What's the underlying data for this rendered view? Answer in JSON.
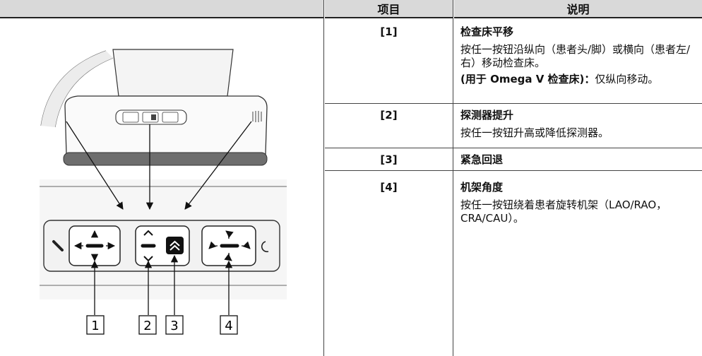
{
  "header": {
    "item_col": "项目",
    "desc_col": "说明"
  },
  "rows": [
    {
      "item": "[1]",
      "title": "检查床平移",
      "desc": "按任一按钮沿纵向（患者头/脚）或横向（患者左/右）移动检查床。",
      "note_bold": "(用于 Omega V 检查床)：",
      "note": "仅纵向移动。"
    },
    {
      "item": "[2]",
      "title": "探测器提升",
      "desc": "按任一按钮升高或降低探测器。"
    },
    {
      "item": "[3]",
      "title": "紧急回退"
    },
    {
      "item": "[4]",
      "title": "机架角度",
      "desc": "按任一按钮绕着患者旋转机架（LAO/RAO，CRA/CAU）。"
    }
  ],
  "figure": {
    "callouts": [
      "1",
      "2",
      "3",
      "4"
    ]
  },
  "colors": {
    "header_bg": "#d9d9d9",
    "panel_bg": "#f2f2f2",
    "rail_bg": "#6e6e6e"
  }
}
